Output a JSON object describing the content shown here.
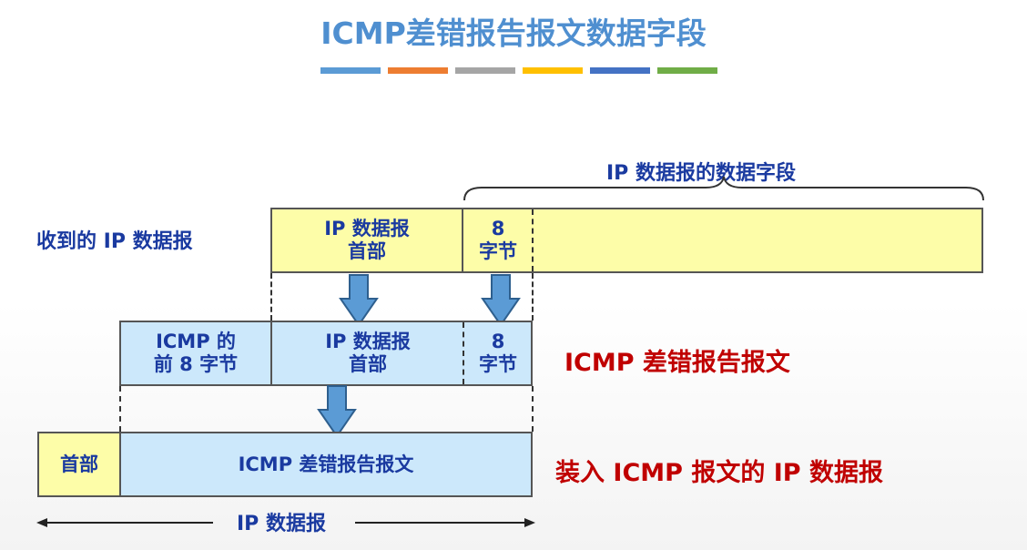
{
  "title": "ICMP差错报告报文数据字段",
  "title_colors": [
    "#5b9bd5",
    "#ed7d31",
    "#a5a5a5",
    "#ffc000",
    "#4472c4",
    "#70ad47"
  ],
  "received": {
    "label": "收到的 IP 数据报",
    "header_line1": "IP 数据报",
    "header_line2": "首部",
    "eight_line1": "8",
    "eight_line2": "字节",
    "data_field_label": "IP 数据报的数据字段"
  },
  "icmp": {
    "label": "ICMP 差错报告报文",
    "first_line1": "ICMP 的",
    "first_line2": "前 8 字节",
    "header_line1": "IP 数据报",
    "header_line2": "首部",
    "eight_line1": "8",
    "eight_line2": "字节"
  },
  "encap": {
    "header": "首部",
    "body": "ICMP 差错报告报文",
    "label": "装入 ICMP 报文的 IP 数据报",
    "span_label": "IP 数据报"
  },
  "colors": {
    "yellow_fill": "#fdfda8",
    "blue_fill": "#cce8fb",
    "arrow_fill": "#5b9bd5",
    "label_blue": "#1a3aa0",
    "label_red": "#c00000"
  }
}
